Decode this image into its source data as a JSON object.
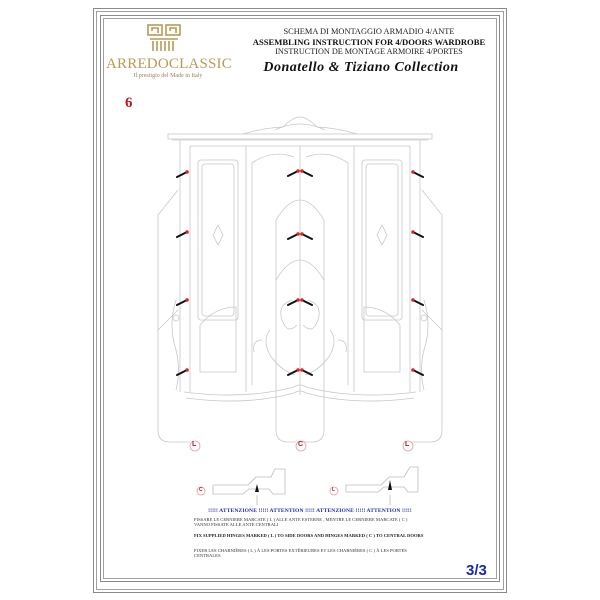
{
  "header": {
    "brand": "ARREDOCLASSIC",
    "tagline": "Il prestigio del Made in Italy",
    "logo_icon": "greek-key-column-icon",
    "title_it": "SCHEMA DI MONTAGGIO ARMADIO 4/ANTE",
    "title_en": "ASSEMBLING INSTRUCTION FOR 4/DOORS WARDROBE",
    "title_fr": "INSTRUCTION DE MONTAGE ARMOIRE 4/PORTES",
    "collection": "Donatello & Tiziano Collection",
    "step": "6"
  },
  "diagram": {
    "hinge_labels": [
      "L",
      "C",
      "L"
    ],
    "detail_labels": [
      "C",
      "L"
    ],
    "accent_color": "#d62424",
    "line_color": "#c8c8c8"
  },
  "notes": {
    "attention": "!!!!! ATTENZIONE !!!!! ATTENTION !!!!! ATTENZIONE !!!!! ATTENTION !!!!!",
    "it": "FISSARE LE CERNIERE MARCATE ( L ) ALLE ANTE ESTERNE , MENTRE LE CERNIERE MARCATE ( C ) VANNO FISSATE ALLE ANTE CENTRALI",
    "en": "FIX SUPPLIED HINGES MARKED ( L ) TO SIDE DOORS AND HINGES MARKED ( C ) TO CENTRAL DOORS",
    "fr": "FIXER LES CHARNIÈRES ( L ) À LES PORTES EXTÉRIEURES ET LES CHARNIÈRES ( C ) À LES PORTES CENTRALES"
  },
  "footer": {
    "sheet": "3/3"
  }
}
